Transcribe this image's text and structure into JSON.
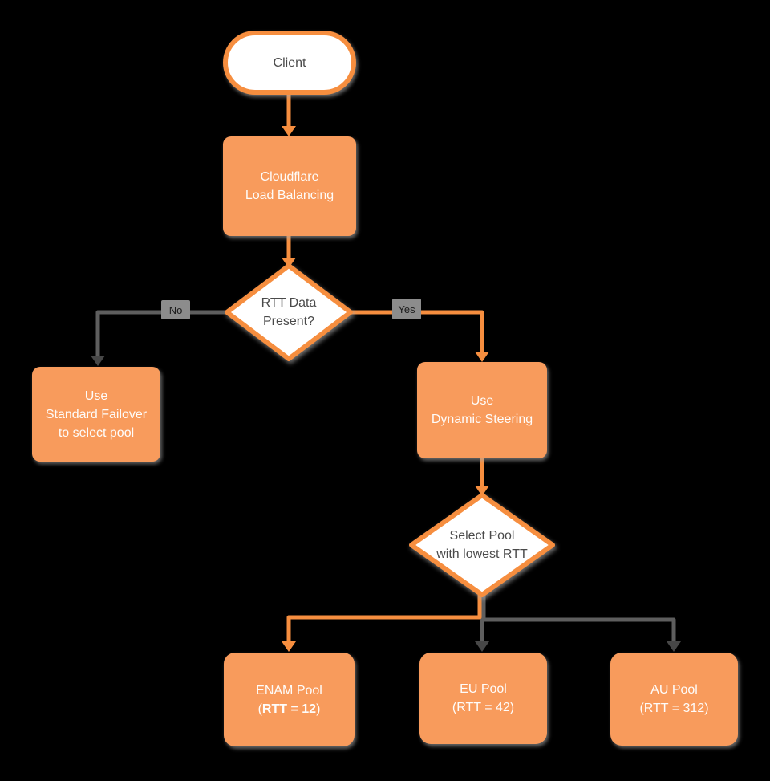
{
  "diagram": {
    "background_color": "#000000",
    "accent_orange_fill": "#F89B5C",
    "accent_orange_stroke": "#F68E3F",
    "gray_connector": "#5E5E5E",
    "nodes": {
      "client": {
        "label": "Client"
      },
      "load_balancer": {
        "line1": "Cloudflare",
        "line2": "Load Balancing"
      },
      "rtt_decision": {
        "line1": "RTT Data",
        "line2": "Present?"
      },
      "standard_failover": {
        "line1": "Use",
        "line2": "Standard Failover",
        "line3": "to select pool"
      },
      "dynamic_steering": {
        "line1": "Use",
        "line2": "Dynamic Steering"
      },
      "select_pool": {
        "line1": "Select Pool",
        "line2": "with lowest RTT"
      },
      "enam_pool": {
        "line1": "ENAM Pool",
        "line2_prefix": "(",
        "line2_bold": "RTT = 12",
        "line2_suffix": ")"
      },
      "eu_pool": {
        "line1": "EU Pool",
        "line2": "(RTT = 42)"
      },
      "au_pool": {
        "line1": "AU Pool",
        "line2": "(RTT = 312)"
      }
    },
    "edge_labels": {
      "no": "No",
      "yes": "Yes"
    }
  }
}
